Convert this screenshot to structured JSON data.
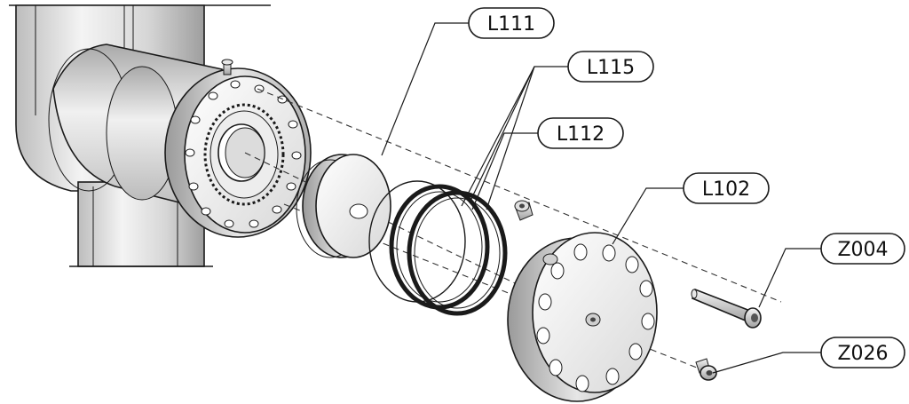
{
  "callouts": {
    "l111": "L111",
    "l115": "L115",
    "l112": "L112",
    "l102": "L102",
    "z004": "Z004",
    "z026": "Z026"
  },
  "colors": {
    "line": "#1a1a1a",
    "metal_light": "#f2f2f2",
    "metal_mid": "#d9d9d9",
    "metal_dark": "#a8a8a8"
  }
}
